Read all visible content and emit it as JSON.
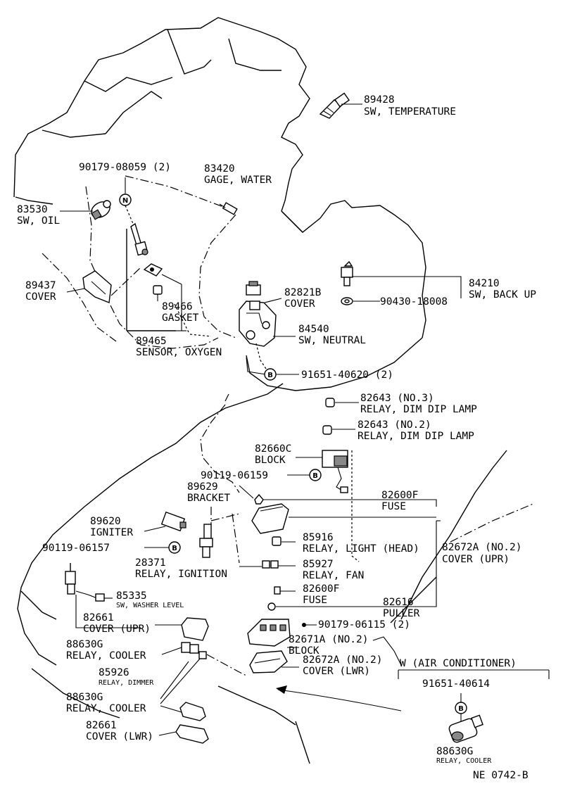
{
  "callouts": [
    {
      "id": "p89428",
      "number": "89428",
      "name": "SW, TEMPERATURE"
    },
    {
      "id": "p9017908059",
      "number": "90179-08059 (2)",
      "name": ""
    },
    {
      "id": "p83420",
      "number": "83420",
      "name": "GAGE, WATER"
    },
    {
      "id": "p83530",
      "number": "83530",
      "name": "SW, OIL"
    },
    {
      "id": "p89437",
      "number": "89437",
      "name": "COVER"
    },
    {
      "id": "p89466",
      "number": "89466",
      "name": "GASKET"
    },
    {
      "id": "p89465",
      "number": "89465",
      "name": "SENSOR, OXYGEN"
    },
    {
      "id": "p82821B",
      "number": "82821B",
      "name": "COVER"
    },
    {
      "id": "p84210",
      "number": "84210",
      "name": "SW, BACK UP"
    },
    {
      "id": "p9043018008",
      "number": "90430-18008",
      "name": ""
    },
    {
      "id": "p84540",
      "number": "84540",
      "name": "SW, NEUTRAL"
    },
    {
      "id": "p9165140620",
      "number": "91651-40620 (2)",
      "name": ""
    },
    {
      "id": "p82643n3",
      "number": "82643 (NO.3)",
      "name": "RELAY, DIM DIP LAMP"
    },
    {
      "id": "p82643n2",
      "number": "82643 (NO.2)",
      "name": "RELAY, DIM DIP LAMP"
    },
    {
      "id": "p82660C",
      "number": "82660C",
      "name": "BLOCK"
    },
    {
      "id": "p9011906159",
      "number": "90119-06159",
      "name": ""
    },
    {
      "id": "p89629",
      "number": "89629",
      "name": "BRACKET"
    },
    {
      "id": "p82600F1",
      "number": "82600F",
      "name": "FUSE"
    },
    {
      "id": "p89620",
      "number": "89620",
      "name": "IGNITER"
    },
    {
      "id": "p85916",
      "number": "85916",
      "name": "RELAY, LIGHT (HEAD)"
    },
    {
      "id": "p9011906157",
      "number": "90119-06157",
      "name": ""
    },
    {
      "id": "p82672Aupr",
      "number": "82672A (NO.2)",
      "name": "COVER (UPR)"
    },
    {
      "id": "p28371",
      "number": "28371",
      "name": "RELAY, IGNITION"
    },
    {
      "id": "p85927",
      "number": "85927",
      "name": "RELAY, FAN"
    },
    {
      "id": "p85335",
      "number": "85335",
      "name": "SW, WASHER LEVEL"
    },
    {
      "id": "p82600F2",
      "number": "82600F",
      "name": "FUSE"
    },
    {
      "id": "p82616",
      "number": "82616",
      "name": "PULLER"
    },
    {
      "id": "p82661upr",
      "number": "82661",
      "name": "COVER (UPR)"
    },
    {
      "id": "p9017906115",
      "number": "90179-06115 (2)",
      "name": ""
    },
    {
      "id": "p88630G1",
      "number": "88630G",
      "name": "RELAY, COOLER"
    },
    {
      "id": "p82671A",
      "number": "82671A (NO.2)",
      "name": "BLOCK"
    },
    {
      "id": "p82672Alwr",
      "number": "82672A (NO.2)",
      "name": "COVER (LWR)"
    },
    {
      "id": "p85926",
      "number": "85926",
      "name": "RELAY, DIMMER"
    },
    {
      "id": "p88630G2",
      "number": "88630G",
      "name": "RELAY, COOLER"
    },
    {
      "id": "p82661lwr",
      "number": "82661",
      "name": "COVER (LWR)"
    },
    {
      "id": "p9165140614",
      "number": "91651-40614",
      "name": ""
    },
    {
      "id": "p88630G3",
      "number": "88630G",
      "name": "RELAY, COOLER"
    }
  ],
  "markers": {
    "n": "N",
    "b": "B"
  },
  "variant_heading": "W (AIR CONDITIONER)",
  "figure_code": "NE 0742-B"
}
